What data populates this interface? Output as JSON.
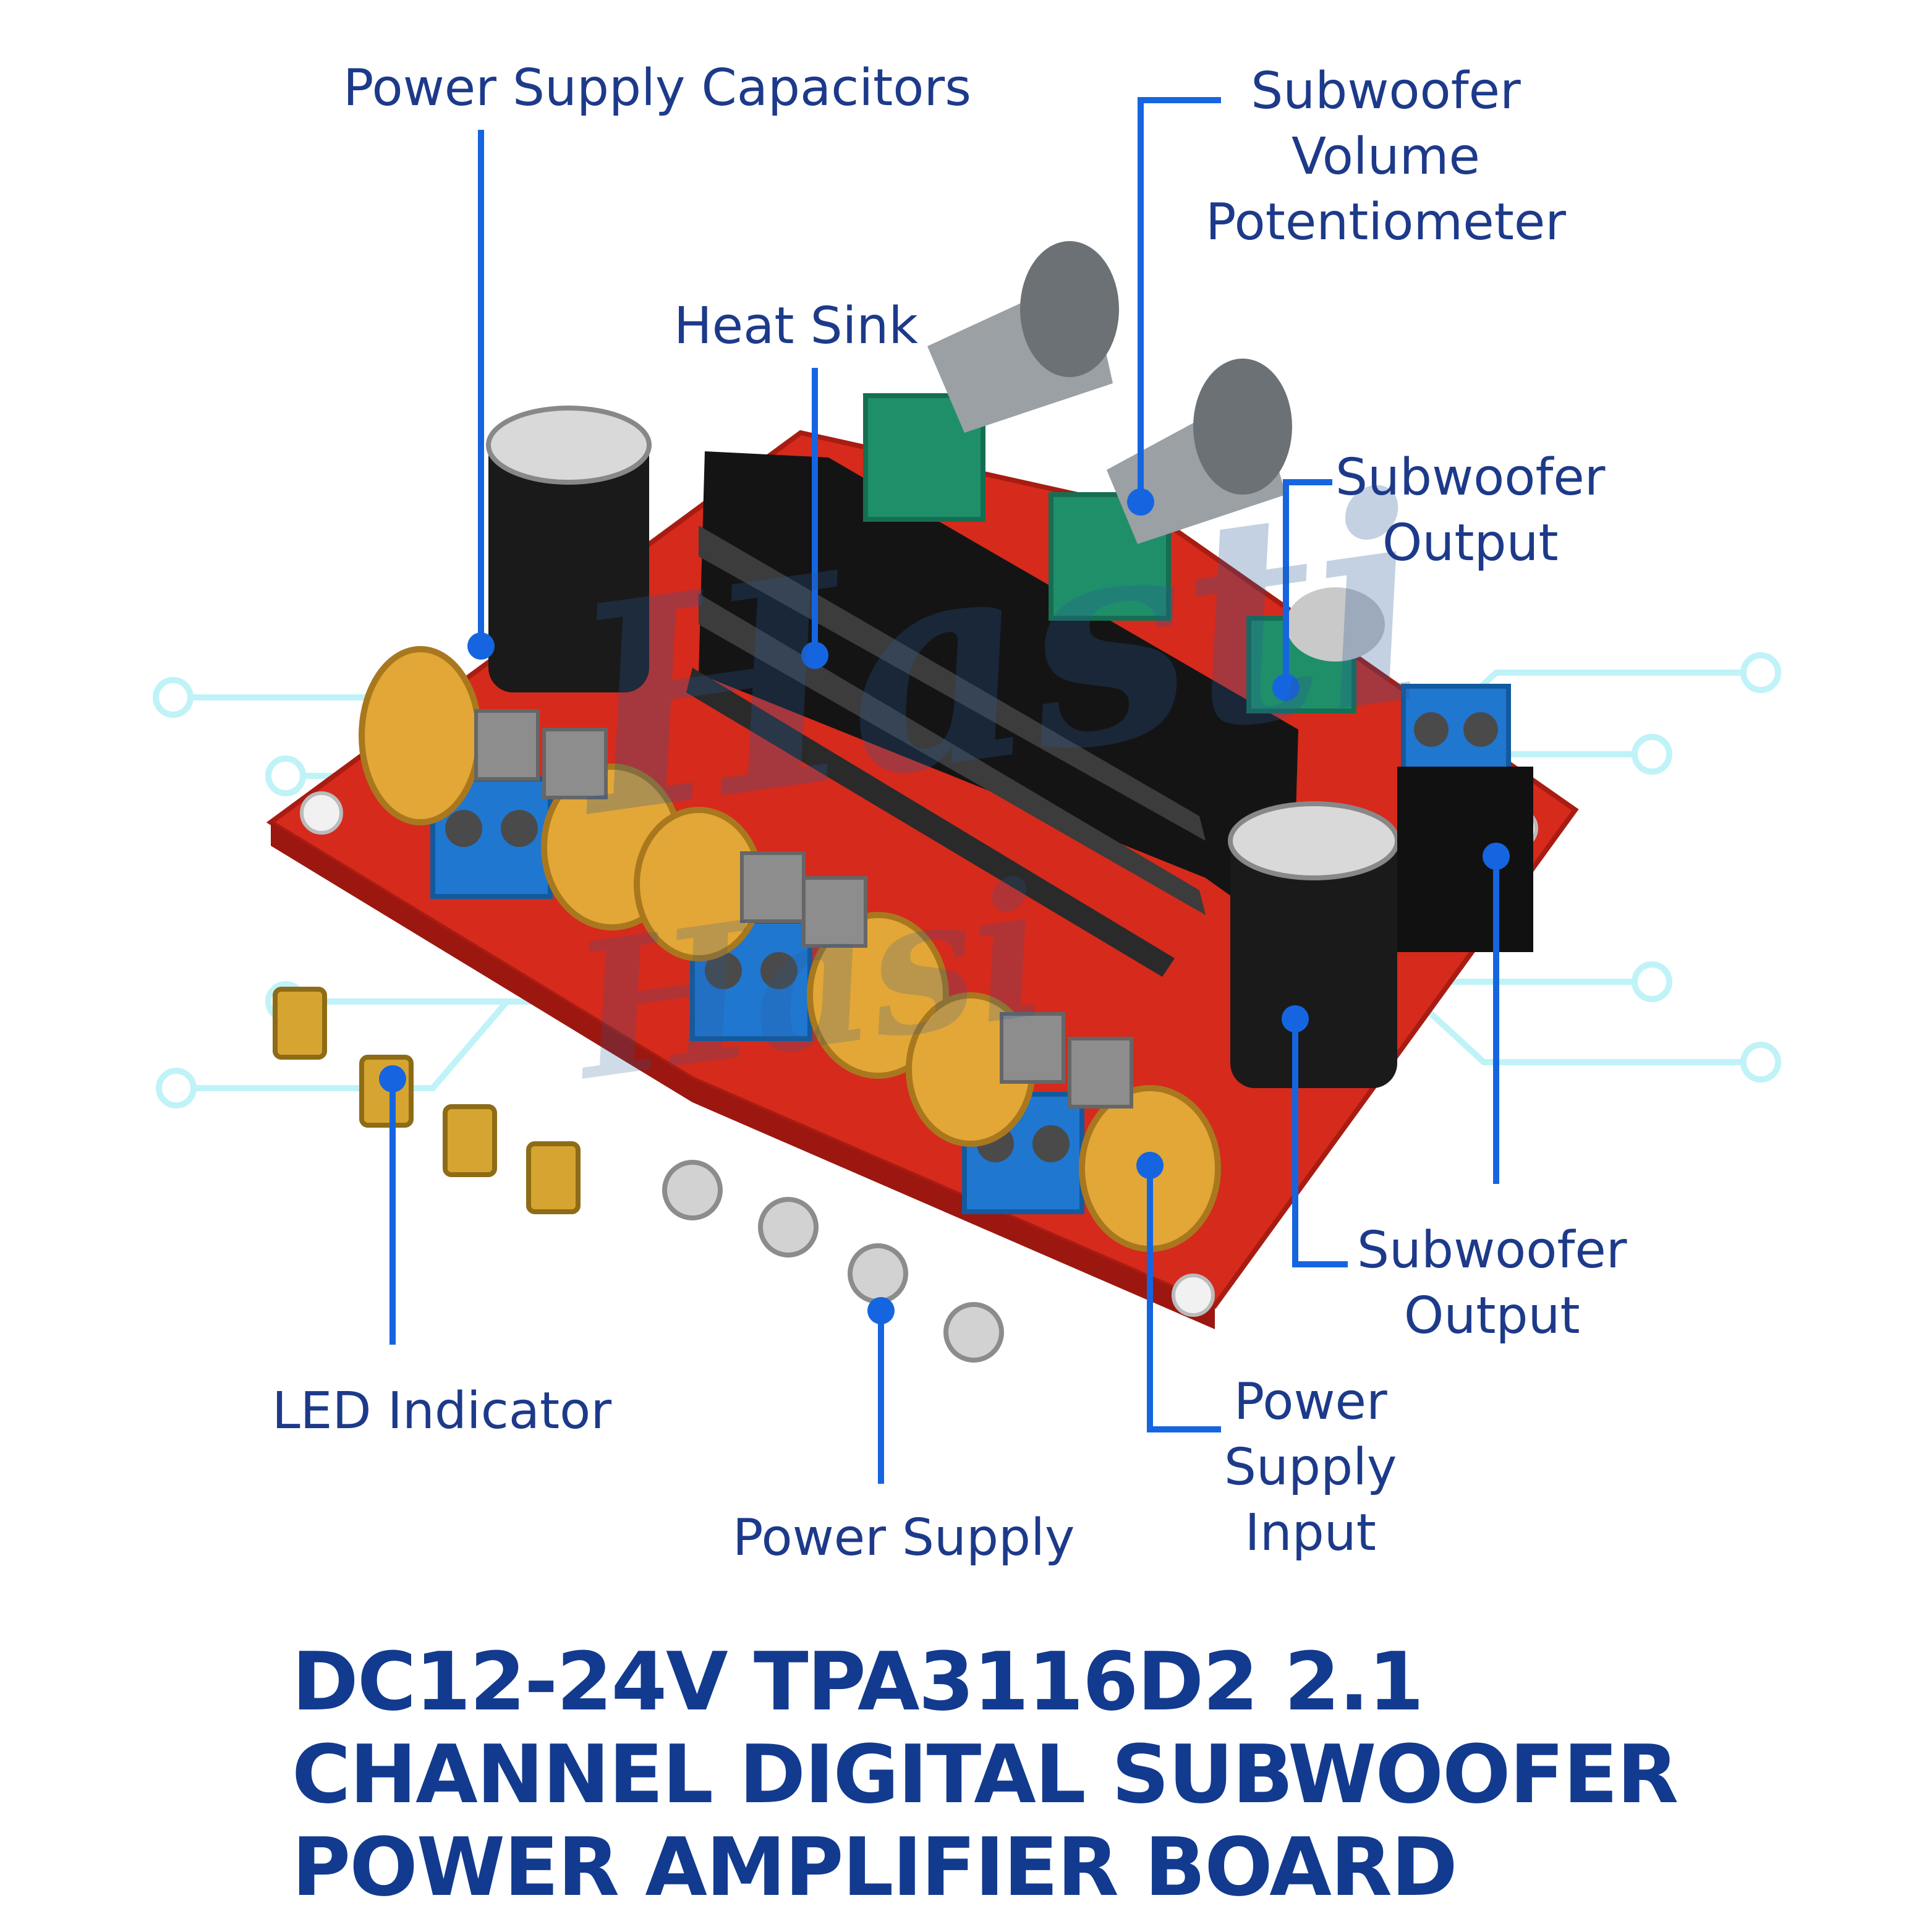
{
  "watermark": {
    "line1": "Hasti",
    "line2": "Hasi"
  },
  "colors": {
    "label_text": "#1d3a8a",
    "leader_line": "#1565e0",
    "pcb": "#d62a1c",
    "terminal": "#1f77d0",
    "inductor": "#e2a736",
    "heatsink": "#141414",
    "circuit_trace": "#bff3f7"
  },
  "labels": {
    "power_supply_capacitors": "Power Supply Capacitors",
    "subwoofer_volume_potentiometer": [
      "Subwoofer",
      "Volume",
      "Potentiometer"
    ],
    "heat_sink": "Heat Sink",
    "subwoofer_output_top": [
      "Subwoofer",
      "Output"
    ],
    "subwoofer_output_bottom": [
      "Subwoofer",
      "Output"
    ],
    "led_indicator": "LED Indicator",
    "power_supply": "Power Supply",
    "power_supply_input": [
      "Power",
      "Supply",
      "Input"
    ]
  },
  "title": [
    "DC12-24V TPA3116D2 2.1",
    "CHANNEL DIGITAL SUBWOOFER",
    "POWER AMPLIFIER BOARD"
  ]
}
